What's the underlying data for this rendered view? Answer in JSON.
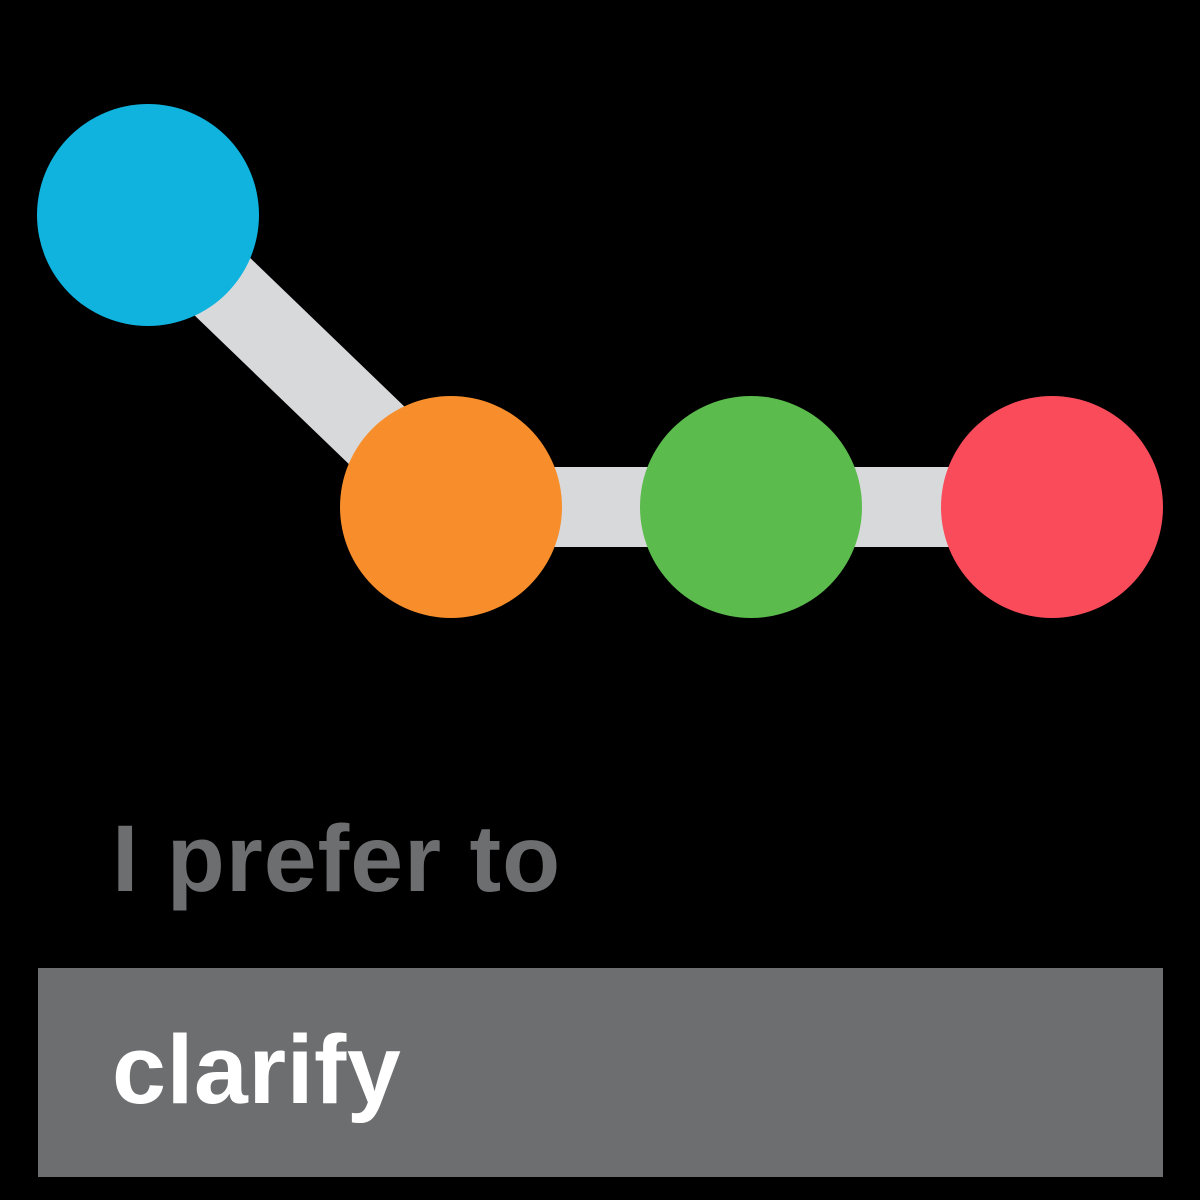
{
  "background_color": "#000000",
  "logo": {
    "name": "clarify-logo-mark",
    "connector_color": "#D8D9DA",
    "nodes": [
      {
        "id": "blue-node",
        "color": "#0FB3DE"
      },
      {
        "id": "orange-node",
        "color": "#F78E2B"
      },
      {
        "id": "green-node",
        "color": "#5BBB4D"
      },
      {
        "id": "red-node",
        "color": "#FA4B5B"
      }
    ]
  },
  "tagline": {
    "prefix_text": "I prefer to",
    "prefix_color": "#6C6E70",
    "highlight_text": "clarify",
    "highlight_text_color": "#FFFFFF",
    "highlight_bar_color": "#6C6E70"
  }
}
